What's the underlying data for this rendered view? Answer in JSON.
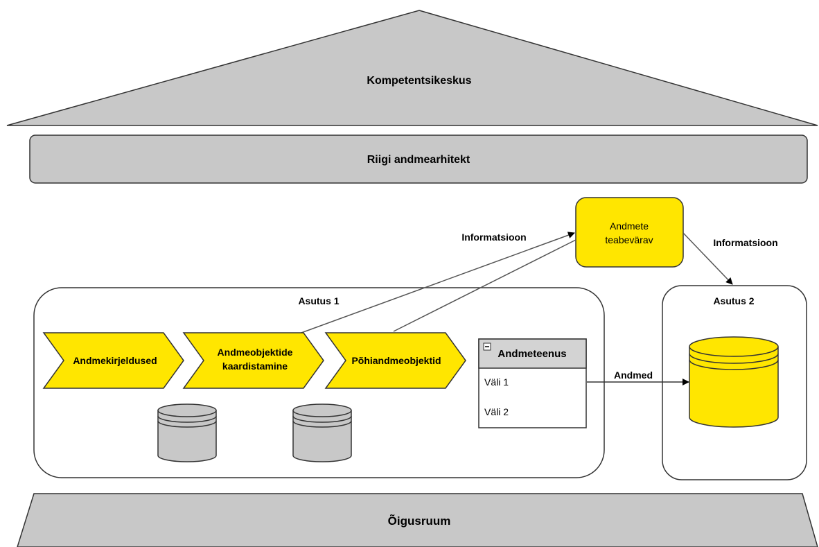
{
  "roof": {
    "label": "Kompetentsikeskus"
  },
  "architect_bar": {
    "label": "Riigi andmearhitekt"
  },
  "gateway": {
    "line1": "Andmete",
    "line2": "teabevärav"
  },
  "arrow_labels": {
    "info_in": "Informatsioon",
    "info_out": "Informatsioon",
    "data": "Andmed"
  },
  "agency1": {
    "title": "Asutus 1",
    "steps": [
      {
        "line1": "Andmekirjeldused",
        "line2": ""
      },
      {
        "line1": "Andmeobjektide",
        "line2": "kaardistamine"
      },
      {
        "line1": "Põhiandmeobjektid",
        "line2": ""
      }
    ]
  },
  "service_table": {
    "collapse_symbol": "−",
    "title": "Andmeteenus",
    "fields": [
      "Väli 1",
      "Väli 2"
    ]
  },
  "agency2": {
    "title": "Asutus 2"
  },
  "foundation": {
    "label": "Õigusruum"
  },
  "colors": {
    "yellow": "#FFE600",
    "gray": "#C8C8C8",
    "gray_light": "#D3D3D3",
    "stroke": "#333333"
  }
}
